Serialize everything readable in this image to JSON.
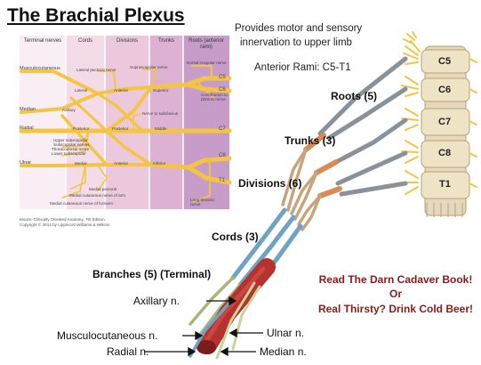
{
  "title": "The Brachial Plexus",
  "description_lines": [
    "Provides motor and sensory",
    "innervation to upper limb"
  ],
  "anterior_rami": "Anterior Rami: C5-T1",
  "stages": {
    "roots": "Roots (5)",
    "trunks": "Trunks (3)",
    "divisions": "Divisions (6)",
    "cords": "Cords (3)",
    "branches": "Branches (5) (Terminal)"
  },
  "spinal_levels": [
    "C5",
    "C6",
    "C7",
    "C8",
    "T1"
  ],
  "mnemonic": [
    "Read The Darn Cadaver Book!",
    "Or",
    "Real Thirsty? Drink Cold Beer!"
  ],
  "nerve_labels": {
    "axillary": "Axillary n.",
    "musculocutaneous": "Musculocutaneous n.",
    "radial": "Radial n.",
    "ulnar": "Ulnar n.",
    "median": "Median n."
  },
  "textbook_figure": {
    "column_headers": [
      "Terminal nerves",
      "Cords",
      "Divisions",
      "Trunks",
      "Roots (anterior rami)"
    ],
    "nerve_names": [
      "Musculocutaneous",
      "Median",
      "Radial",
      "Ulnar"
    ],
    "cord_labels": [
      "Lateral",
      "Posterior",
      "Medial"
    ],
    "division_labels": [
      "Anterior",
      "Posterior",
      "Anterior"
    ],
    "trunk_labels": [
      "Superior",
      "Middle",
      "Inferior"
    ],
    "root_labels": [
      "C5",
      "C6",
      "C7",
      "C8",
      "T1"
    ],
    "small_labels": [
      "Lateral pectoral nerve",
      "Suprascapular nerve",
      "Dorsal scapular nerve",
      "Contribution to phrenic nerve",
      "Nerve to subclavius",
      "Axillary",
      "Subscapular nerves",
      "Thoracodorsal nerve",
      "Upper subscapular",
      "Lower subscapular",
      "Medial pectoral",
      "Medial cutaneous nerve of arm",
      "Medial cutaneous nerve of forearm",
      "Long thoracic nerve"
    ],
    "citation": [
      "Moore: Clinically Oriented Anatomy, 7th Edition.",
      "Copyright © 2014 by Lippincott Williams & Wilkins"
    ]
  },
  "colors": {
    "nerve_yellow": "#f4c542",
    "grey_nerve": "#8a9299",
    "orange_trunk": "#d98a55",
    "blue_cord": "#6fa3c4",
    "artery_red": "#b5322e",
    "spine_bone": "#e6d9bb",
    "panel_pink": "#f3dbe8",
    "panel_purple": "#c79cc9",
    "mnemonic_red": "#8b1a1a"
  }
}
